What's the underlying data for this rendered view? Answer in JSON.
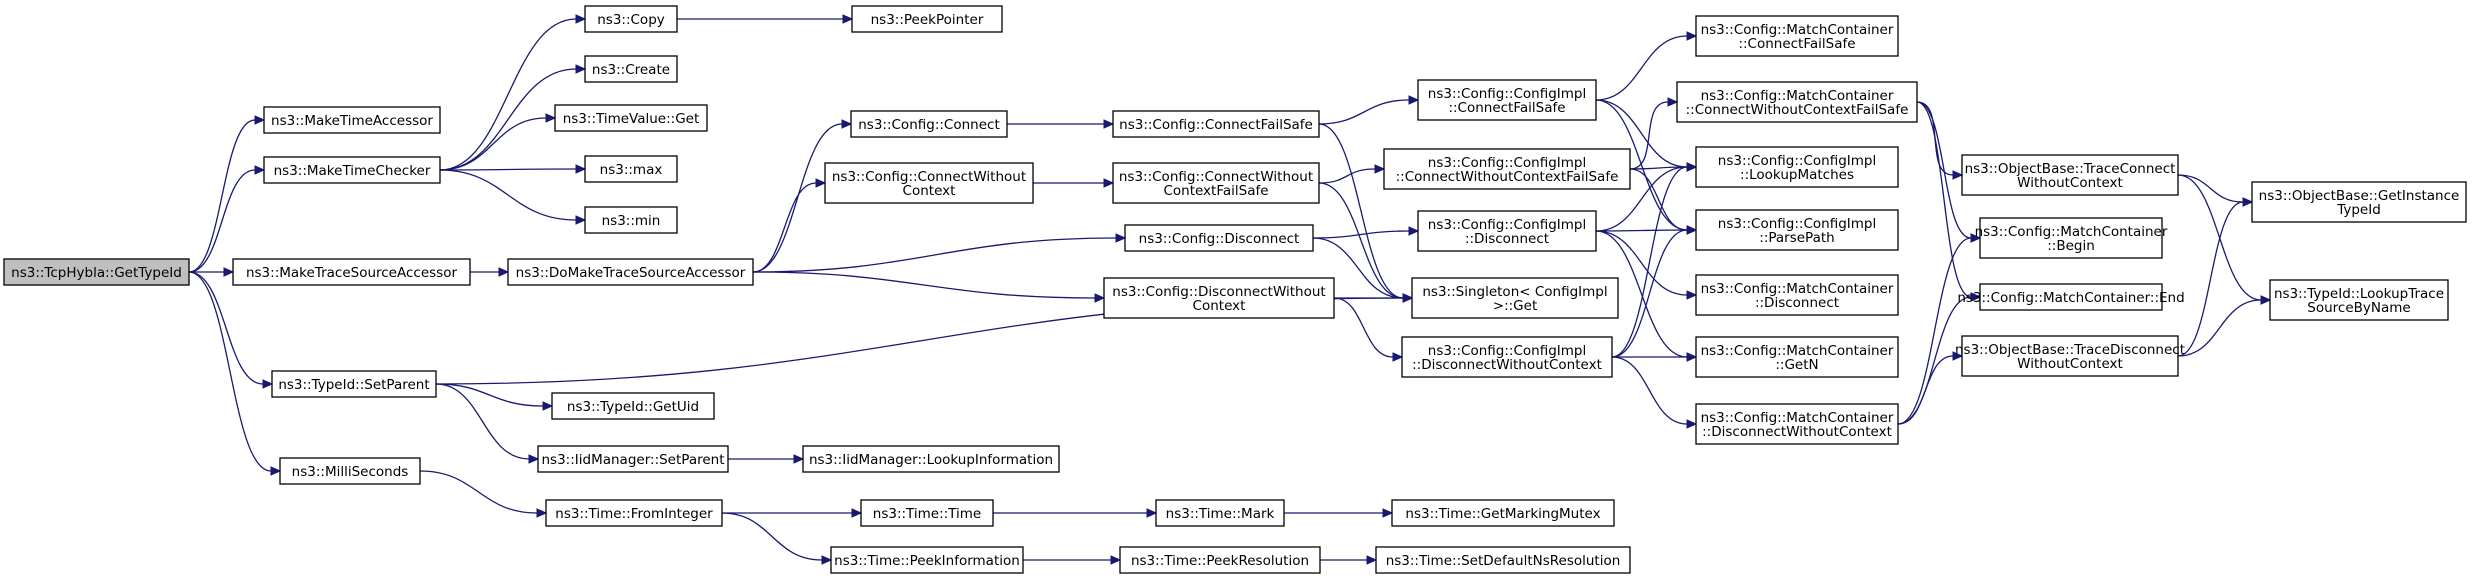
{
  "graph": {
    "kind": "doxygen call graph",
    "root": "n0",
    "nodes": [
      {
        "id": "n0",
        "lines": [
          "ns3::TcpHybla::GetTypeId"
        ]
      },
      {
        "id": "n1",
        "lines": [
          "ns3::MakeTimeAccessor"
        ]
      },
      {
        "id": "n2",
        "lines": [
          "ns3::MakeTimeChecker"
        ]
      },
      {
        "id": "n3",
        "lines": [
          "ns3::MakeTraceSourceAccessor"
        ]
      },
      {
        "id": "n4",
        "lines": [
          "ns3::TypeId::SetParent"
        ]
      },
      {
        "id": "n5",
        "lines": [
          "ns3::MilliSeconds"
        ]
      },
      {
        "id": "n6",
        "lines": [
          "ns3::Copy"
        ]
      },
      {
        "id": "n7",
        "lines": [
          "ns3::PeekPointer"
        ]
      },
      {
        "id": "n8",
        "lines": [
          "ns3::Create"
        ]
      },
      {
        "id": "n9",
        "lines": [
          "ns3::TimeValue::Get"
        ]
      },
      {
        "id": "n10",
        "lines": [
          "ns3::max"
        ]
      },
      {
        "id": "n11",
        "lines": [
          "ns3::min"
        ]
      },
      {
        "id": "n12",
        "lines": [
          "ns3::DoMakeTraceSourceAccessor"
        ]
      },
      {
        "id": "n13",
        "lines": [
          "ns3::Config::Connect"
        ]
      },
      {
        "id": "n14",
        "lines": [
          "ns3::Config::ConnectWithout",
          "Context"
        ]
      },
      {
        "id": "n15",
        "lines": [
          "ns3::Config::Disconnect"
        ]
      },
      {
        "id": "n16",
        "lines": [
          "ns3::Config::DisconnectWithout",
          "Context"
        ]
      },
      {
        "id": "n17",
        "lines": [
          "ns3::Config::ConnectFailSafe"
        ]
      },
      {
        "id": "n18",
        "lines": [
          "ns3::Config::ConnectWithout",
          "ContextFailSafe"
        ]
      },
      {
        "id": "n19",
        "lines": [
          "ns3::Singleton< ConfigImpl",
          " >::Get"
        ]
      },
      {
        "id": "n20",
        "lines": [
          "ns3::Config::ConfigImpl",
          "::ConnectFailSafe"
        ]
      },
      {
        "id": "n21",
        "lines": [
          "ns3::Config::ConfigImpl",
          "::ConnectWithoutContextFailSafe"
        ]
      },
      {
        "id": "n22",
        "lines": [
          "ns3::Config::ConfigImpl",
          "::Disconnect"
        ]
      },
      {
        "id": "n23",
        "lines": [
          "ns3::Config::ConfigImpl",
          "::DisconnectWithoutContext"
        ]
      },
      {
        "id": "n24",
        "lines": [
          "ns3::Config::MatchContainer",
          "::ConnectFailSafe"
        ]
      },
      {
        "id": "n25",
        "lines": [
          "ns3::Config::MatchContainer",
          "::ConnectWithoutContextFailSafe"
        ]
      },
      {
        "id": "n26",
        "lines": [
          "ns3::Config::ConfigImpl",
          "::LookupMatches"
        ]
      },
      {
        "id": "n27",
        "lines": [
          "ns3::Config::ConfigImpl",
          "::ParsePath"
        ]
      },
      {
        "id": "n28",
        "lines": [
          "ns3::Config::MatchContainer",
          "::Disconnect"
        ]
      },
      {
        "id": "n29",
        "lines": [
          "ns3::Config::MatchContainer",
          "::GetN"
        ]
      },
      {
        "id": "n30",
        "lines": [
          "ns3::Config::MatchContainer",
          "::DisconnectWithoutContext"
        ]
      },
      {
        "id": "n31",
        "lines": [
          "ns3::ObjectBase::TraceConnect",
          "WithoutContext"
        ]
      },
      {
        "id": "n32",
        "lines": [
          "ns3::Config::MatchContainer",
          "::Begin"
        ]
      },
      {
        "id": "n33",
        "lines": [
          "ns3::Config::MatchContainer::End"
        ]
      },
      {
        "id": "n34",
        "lines": [
          "ns3::ObjectBase::TraceDisconnect",
          "WithoutContext"
        ]
      },
      {
        "id": "n35",
        "lines": [
          "ns3::ObjectBase::GetInstance",
          "TypeId"
        ]
      },
      {
        "id": "n36",
        "lines": [
          "ns3::TypeId::LookupTrace",
          "SourceByName"
        ]
      },
      {
        "id": "n37",
        "lines": [
          "ns3::TypeId::GetUid"
        ]
      },
      {
        "id": "n38",
        "lines": [
          "ns3::IidManager::SetParent"
        ]
      },
      {
        "id": "n39",
        "lines": [
          "ns3::IidManager::LookupInformation"
        ]
      },
      {
        "id": "n40",
        "lines": [
          "ns3::Time::FromInteger"
        ]
      },
      {
        "id": "n41",
        "lines": [
          "ns3::Time::Time"
        ]
      },
      {
        "id": "n42",
        "lines": [
          "ns3::Time::PeekInformation"
        ]
      },
      {
        "id": "n43",
        "lines": [
          "ns3::Time::Mark"
        ]
      },
      {
        "id": "n44",
        "lines": [
          "ns3::Time::GetMarkingMutex"
        ]
      },
      {
        "id": "n45",
        "lines": [
          "ns3::Time::PeekResolution"
        ]
      },
      {
        "id": "n46",
        "lines": [
          "ns3::Time::SetDefaultNsResolution"
        ]
      }
    ],
    "edges": [
      [
        "n0",
        "n1"
      ],
      [
        "n0",
        "n2"
      ],
      [
        "n0",
        "n3"
      ],
      [
        "n0",
        "n4"
      ],
      [
        "n0",
        "n5"
      ],
      [
        "n2",
        "n6"
      ],
      [
        "n2",
        "n8"
      ],
      [
        "n2",
        "n9"
      ],
      [
        "n2",
        "n10"
      ],
      [
        "n2",
        "n11"
      ],
      [
        "n6",
        "n7"
      ],
      [
        "n3",
        "n12"
      ],
      [
        "n12",
        "n13"
      ],
      [
        "n12",
        "n14"
      ],
      [
        "n12",
        "n15"
      ],
      [
        "n12",
        "n16"
      ],
      [
        "n13",
        "n17"
      ],
      [
        "n14",
        "n18"
      ],
      [
        "n15",
        "n19"
      ],
      [
        "n15",
        "n22"
      ],
      [
        "n16",
        "n19"
      ],
      [
        "n16",
        "n23"
      ],
      [
        "n17",
        "n19"
      ],
      [
        "n17",
        "n20"
      ],
      [
        "n18",
        "n19"
      ],
      [
        "n18",
        "n21"
      ],
      [
        "n20",
        "n24"
      ],
      [
        "n20",
        "n26"
      ],
      [
        "n20",
        "n27"
      ],
      [
        "n21",
        "n25"
      ],
      [
        "n21",
        "n26"
      ],
      [
        "n21",
        "n27"
      ],
      [
        "n22",
        "n26"
      ],
      [
        "n22",
        "n27"
      ],
      [
        "n22",
        "n28"
      ],
      [
        "n22",
        "n29"
      ],
      [
        "n23",
        "n26"
      ],
      [
        "n23",
        "n27"
      ],
      [
        "n23",
        "n29"
      ],
      [
        "n23",
        "n30"
      ],
      [
        "n25",
        "n31"
      ],
      [
        "n25",
        "n32"
      ],
      [
        "n25",
        "n33"
      ],
      [
        "n30",
        "n34"
      ],
      [
        "n30",
        "n32"
      ],
      [
        "n30",
        "n33"
      ],
      [
        "n31",
        "n35"
      ],
      [
        "n31",
        "n36"
      ],
      [
        "n34",
        "n35"
      ],
      [
        "n34",
        "n36"
      ],
      [
        "n4",
        "n19"
      ],
      [
        "n4",
        "n37"
      ],
      [
        "n4",
        "n38"
      ],
      [
        "n38",
        "n39"
      ],
      [
        "n5",
        "n40"
      ],
      [
        "n40",
        "n41"
      ],
      [
        "n40",
        "n42"
      ],
      [
        "n41",
        "n43"
      ],
      [
        "n43",
        "n44"
      ],
      [
        "n42",
        "n45"
      ],
      [
        "n45",
        "n46"
      ]
    ]
  },
  "colors": {
    "edge": "#191970",
    "node_border": "#000000",
    "node_fill": "#ffffff",
    "root_fill": "#bfbfbf"
  }
}
